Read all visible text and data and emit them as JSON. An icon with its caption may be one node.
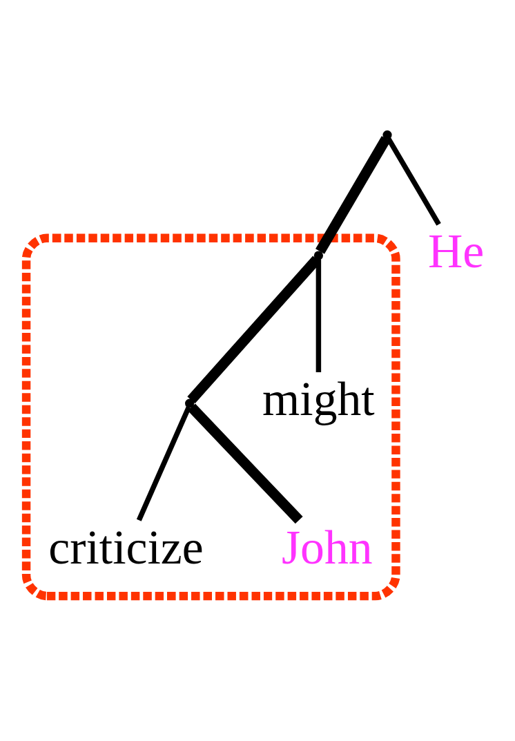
{
  "diagram": {
    "nodes": [
      {
        "text": [],
        "shape": "point"
      },
      {
        "text": [],
        "shape": "ellipse"
      },
      {
        "text": [],
        "shape": "point",
        "in": 1
      },
      {
        "text": [],
        "shape": "point",
        "in": 1
      },
      {
        "text": [
          "He"
        ]
      },
      {
        "text": [
          "might"
        ],
        "in": 1
      },
      {
        "text": [
          "criticize"
        ],
        "in": 1
      },
      {
        "text": [
          "John"
        ],
        "in": 1
      }
    ],
    "edges": [
      {
        "from": 0,
        "to": 4,
        "arrow": "none"
      },
      {
        "from": 0,
        "to": 2,
        "arrow": "none",
        "style": "thick"
      },
      {
        "from": 2,
        "to": 5,
        "arrow": "none"
      },
      {
        "from": 2,
        "to": 3,
        "arrow": "none",
        "style": "thick"
      },
      {
        "from": 3,
        "to": 6,
        "arrow": "none"
      },
      {
        "from": 3,
        "to": 7,
        "arrow": "none",
        "style": "thick"
      }
    ]
  }
}
